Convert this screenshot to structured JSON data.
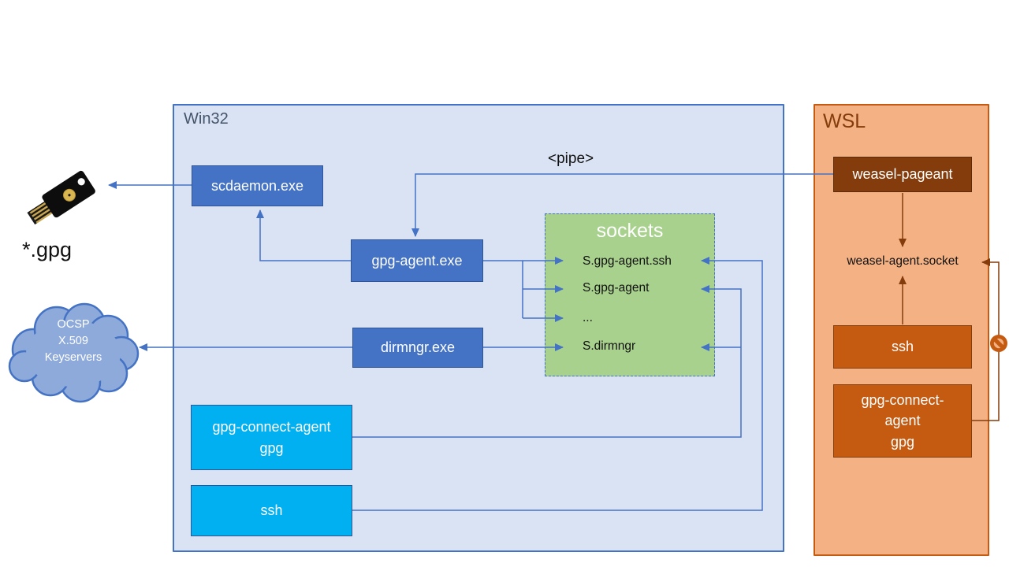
{
  "diagram": {
    "pipe_label": "<pipe>",
    "gpg_files_label": "*.gpg"
  },
  "win32": {
    "label": "Win32",
    "scdaemon_label": "scdaemon.exe",
    "gpg_agent_label": "gpg-agent.exe",
    "dirmngr_label": "dirmngr.exe",
    "gpg_connect_line1": "gpg-connect-agent",
    "gpg_connect_line2": "gpg",
    "ssh_label": "ssh",
    "sockets": {
      "title": "sockets",
      "items": [
        "S.gpg-agent.ssh",
        "S.gpg-agent",
        "...",
        "S.dirmngr"
      ]
    }
  },
  "wsl": {
    "label": "WSL",
    "weasel_pageant_label": "weasel-pageant",
    "weasel_socket_label": "weasel-agent.socket",
    "ssh_label": "ssh",
    "gpg_connect_lines": [
      "gpg-connect-",
      "agent",
      "gpg"
    ]
  },
  "cloud": {
    "lines": [
      "OCSP",
      "X.509",
      "Keyservers"
    ]
  },
  "icons": {
    "usb_key": "security-key-icon",
    "cloud": "keyservers-cloud-icon",
    "no_entry": "no-entry-icon"
  },
  "colors": {
    "win32_fill": "#dae3f3",
    "win32_border": "#4472c4",
    "process_fill": "#4472c4",
    "process_border": "#2f5597",
    "client_fill": "#00b0f0",
    "sockets_fill": "#a9d18e",
    "wsl_fill": "#f4b183",
    "wsl_border": "#c55a11",
    "wsl_process_fill": "#c55a11",
    "weasel_fill": "#843c0c",
    "arrow_blue": "#4472c4",
    "arrow_brown": "#843c0c",
    "cloud_fill": "#8eaadb"
  }
}
